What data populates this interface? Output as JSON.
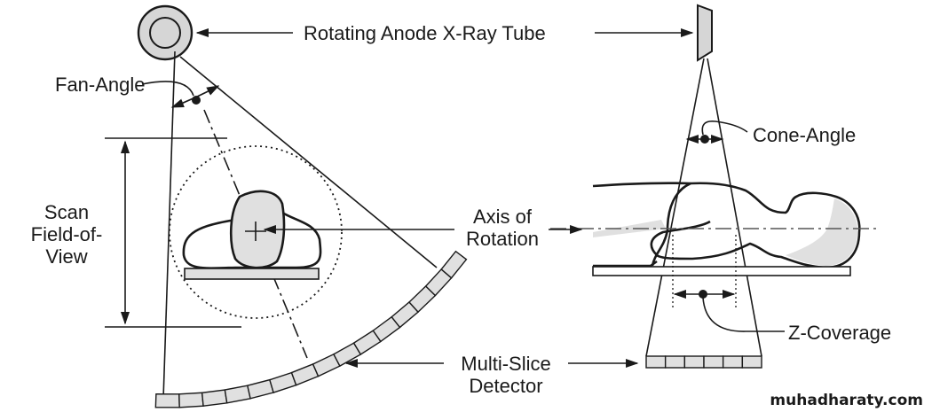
{
  "labels": {
    "tube": "Rotating Anode X-Ray Tube",
    "fan_angle": "Fan-Angle",
    "cone_angle": "Cone-Angle",
    "scan_fov": [
      "Scan",
      "Field-of-",
      "View"
    ],
    "axis": [
      "Axis of",
      "Rotation"
    ],
    "z_coverage": "Z-Coverage",
    "detector": [
      "Multi-Slice",
      "Detector"
    ]
  },
  "watermark": "muhadharaty.com",
  "colors": {
    "line": "#1a1a1a",
    "fill_gray": "#e0e0e0",
    "background": "#ffffff"
  }
}
